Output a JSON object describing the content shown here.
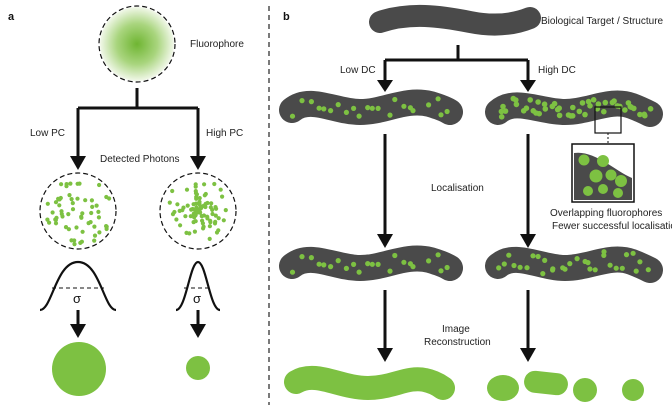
{
  "panels": {
    "a": {
      "label": "a",
      "fluorophore": "Fluorophore",
      "low_pc": "Low PC",
      "high_pc": "High PC",
      "detected_photons": "Detected Photons",
      "sigma": "σ"
    },
    "b": {
      "label": "b",
      "target": "Biological Target / Structure",
      "low_dc": "Low DC",
      "high_dc": "High DC",
      "localisation": "Localisation",
      "overlap_line1": "Overlapping fluorophores",
      "overlap_line2": "Fewer successful localisations",
      "reconstruction_line1": "Image",
      "reconstruction_line2": "Reconstruction"
    }
  },
  "colors": {
    "structure": "#4a4a4a",
    "fluorophore": "#7dc142",
    "arrow": "#111111",
    "divider": "#222222"
  }
}
